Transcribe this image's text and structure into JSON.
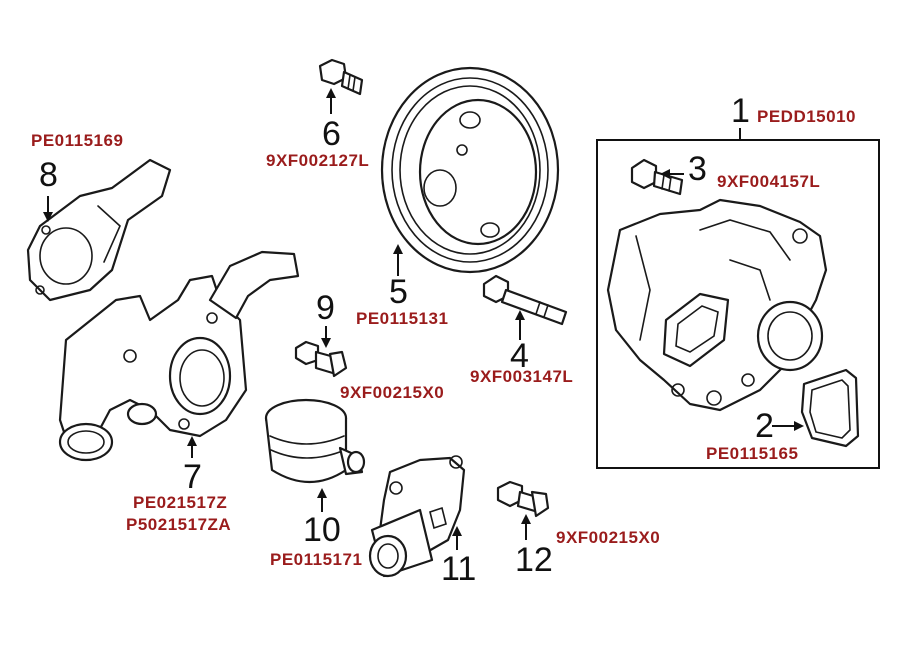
{
  "callouts": [
    {
      "id": "1",
      "number": "1",
      "part_numbers": [
        "PEDD15010"
      ]
    },
    {
      "id": "2",
      "number": "2",
      "part_numbers": [
        "PE0115165"
      ]
    },
    {
      "id": "3",
      "number": "3",
      "part_numbers": [
        "9XF004157L"
      ]
    },
    {
      "id": "4",
      "number": "4",
      "part_numbers": [
        "9XF003147L"
      ]
    },
    {
      "id": "5",
      "number": "5",
      "part_numbers": [
        "PE0115131"
      ]
    },
    {
      "id": "6",
      "number": "6",
      "part_numbers": [
        "9XF002127L"
      ]
    },
    {
      "id": "7",
      "number": "7",
      "part_numbers": [
        "PE021517Z",
        "P5021517ZA"
      ]
    },
    {
      "id": "8",
      "number": "8",
      "part_numbers": [
        "PE0115169"
      ]
    },
    {
      "id": "9",
      "number": "9",
      "part_numbers": [
        "9XF00215X0"
      ]
    },
    {
      "id": "10",
      "number": "10",
      "part_numbers": [
        "PE0115171"
      ]
    },
    {
      "id": "11",
      "number": "11",
      "part_numbers": []
    },
    {
      "id": "12",
      "number": "12",
      "part_numbers": [
        "9XF00215X0"
      ]
    }
  ],
  "colors": {
    "part_number_text": "#9a1c1c",
    "callout_text": "#111111",
    "line_art": "#1a1a1a"
  }
}
